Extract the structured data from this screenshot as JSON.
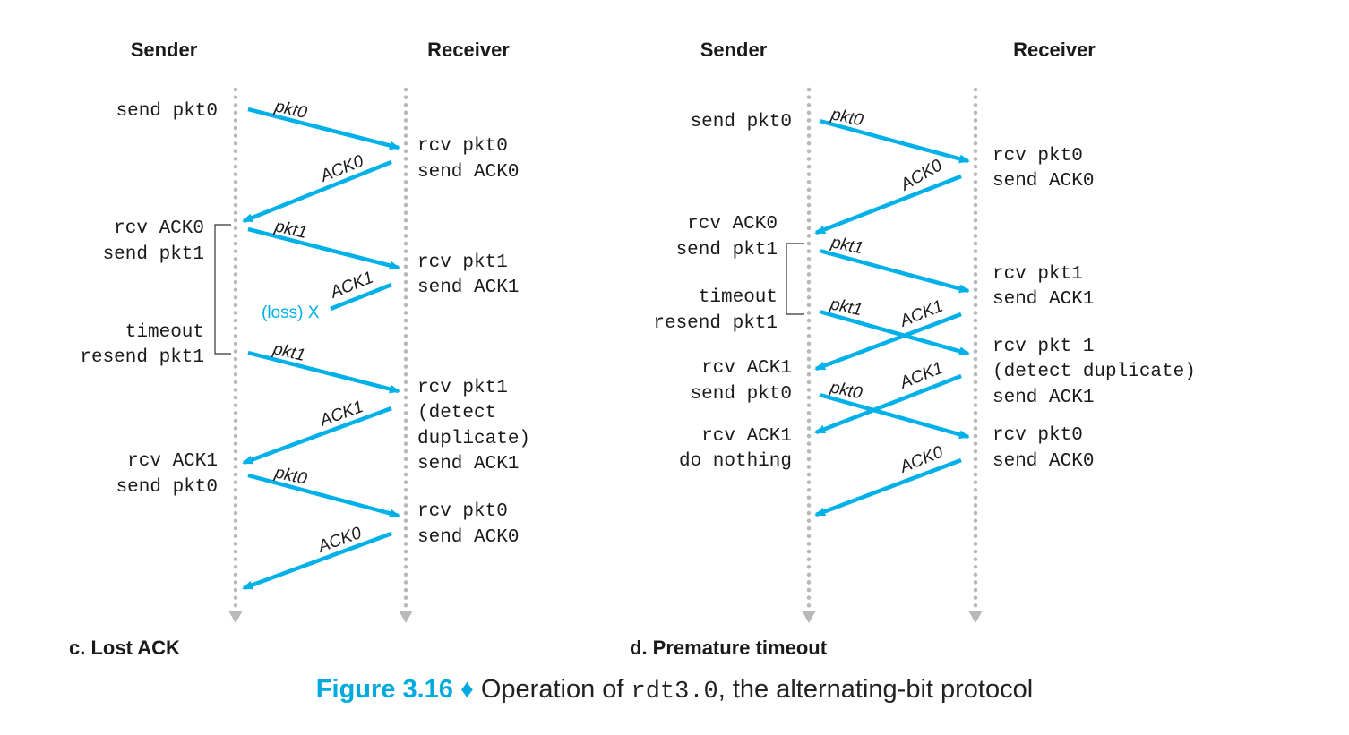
{
  "accent_color": "#00b0e8",
  "timeline_color": "#b9b9b9",
  "panels": [
    {
      "caption": "c. Lost ACK",
      "sender_header": "Sender",
      "receiver_header": "Receiver",
      "sender_events": [
        [
          "send pkt0"
        ],
        [
          "rcv ACK0",
          "send pkt1"
        ],
        [
          "timeout",
          "resend pkt1"
        ],
        [
          "rcv ACK1",
          "send pkt0"
        ]
      ],
      "receiver_events": [
        [
          "rcv pkt0",
          "send ACK0"
        ],
        [
          "rcv pkt1",
          "send ACK1"
        ],
        [
          "rcv pkt1",
          "(detect",
          "duplicate)",
          "send ACK1"
        ],
        [
          "rcv pkt0",
          "send ACK0"
        ]
      ],
      "messages": [
        "pkt0",
        "ACK0",
        "pkt1",
        "ACK1",
        "pkt1",
        "ACK1",
        "pkt0",
        "ACK0"
      ],
      "loss_label": "(loss) X"
    },
    {
      "caption": "d. Premature timeout",
      "sender_header": "Sender",
      "receiver_header": "Receiver",
      "sender_events": [
        [
          "send pkt0"
        ],
        [
          "rcv ACK0",
          "send pkt1"
        ],
        [
          "timeout",
          "resend pkt1"
        ],
        [
          "rcv ACK1",
          "send pkt0"
        ],
        [
          "rcv ACK1",
          "do nothing"
        ]
      ],
      "receiver_events": [
        [
          "rcv pkt0",
          "send ACK0"
        ],
        [
          "rcv pkt1",
          "send ACK1"
        ],
        [
          "rcv pkt 1",
          "(detect duplicate)",
          "send ACK1"
        ],
        [
          "rcv pkt0",
          "send ACK0"
        ]
      ],
      "messages": [
        "pkt0",
        "ACK0",
        "pkt1",
        "pkt1",
        "ACK1",
        "ACK1",
        "pkt0",
        "ACK0"
      ]
    }
  ],
  "figure": {
    "number": "Figure 3.16",
    "separator": "♦",
    "text_before": "Operation of",
    "code": "rdt3.0",
    "text_after": ", the alternating-bit protocol"
  }
}
